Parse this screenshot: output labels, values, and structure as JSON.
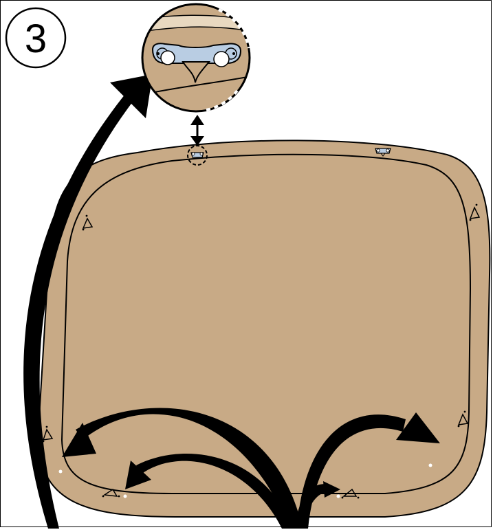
{
  "step": {
    "number": "3"
  },
  "colors": {
    "panel_fill": "#c8aa86",
    "outline": "#000000",
    "bracket_fill": "#b9cde3",
    "hole": "#ffffff",
    "background": "#ffffff"
  },
  "figure": {
    "panel": "door-panel",
    "clips": [
      "retaining-clip",
      "retaining-clip",
      "retaining-clip",
      "retaining-clip",
      "retaining-clip",
      "retaining-clip",
      "retaining-clip"
    ],
    "detail": "clip-detail-magnifier",
    "arrows": [
      "curved-arrow",
      "curved-arrow",
      "curved-arrow",
      "curved-arrow",
      "curved-arrow"
    ]
  }
}
